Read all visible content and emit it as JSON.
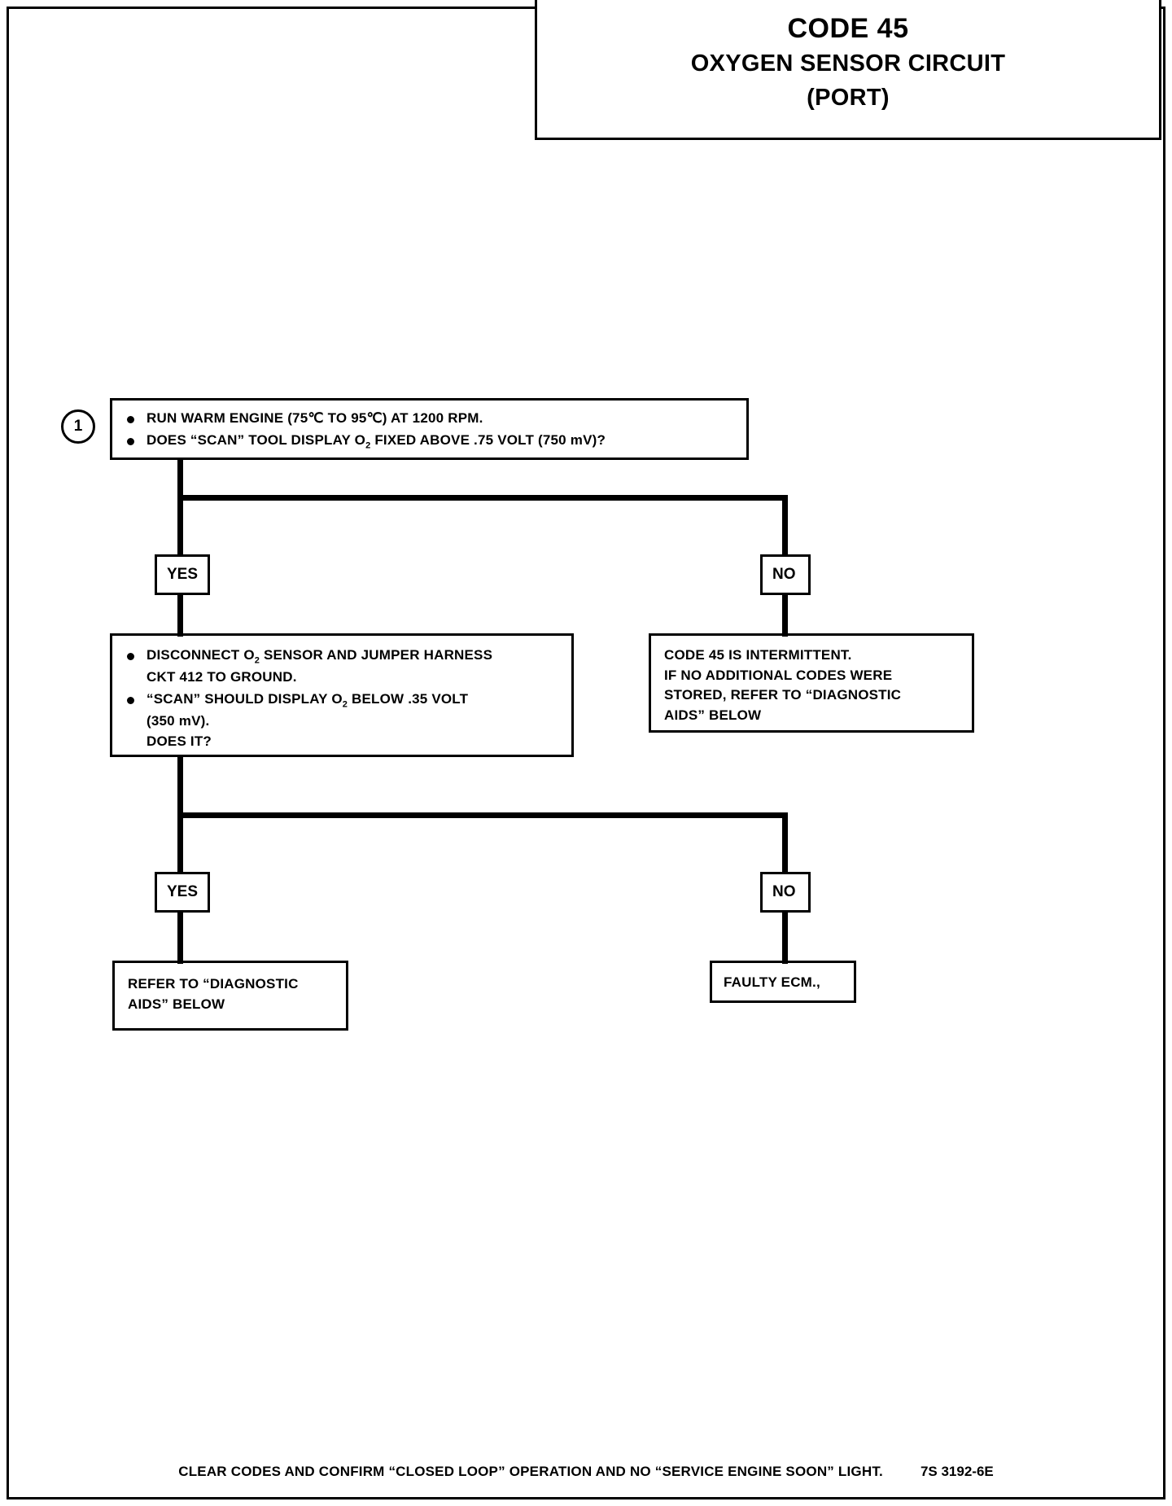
{
  "header": {
    "code_title": "CODE 45",
    "subtitle": "OXYGEN SENSOR CIRCUIT",
    "variant": "(PORT)"
  },
  "flow": {
    "step1": {
      "number": "1",
      "bullets": [
        "RUN WARM ENGINE  (75℃ TO 95℃) AT 1200 RPM.",
        "DOES “SCAN” TOOL DISPLAY O₂ FIXED ABOVE .75 VOLT (750 mV)?"
      ],
      "bullet1_plain": "RUN WARM ENGINE  (75℃ TO 95℃) AT 1200 RPM.",
      "bullet2_pre": "DOES “SCAN” TOOL DISPLAY O",
      "bullet2_sub": "2",
      "bullet2_post": " FIXED ABOVE .75 VOLT (750 mV)?"
    },
    "branch1": {
      "yes_label": "YES",
      "no_label": "NO"
    },
    "step2": {
      "bullet1_pre": "DISCONNECT O",
      "bullet1_sub": "2",
      "bullet1_post": " SENSOR AND JUMPER HARNESS",
      "bullet1_line2": "CKT 412 TO GROUND.",
      "bullet2_pre": "“SCAN” SHOULD DISPLAY O",
      "bullet2_sub": "2",
      "bullet2_post": " BELOW .35 VOLT",
      "bullet2_line2": "(350 mV).",
      "bullet2_line3": "DOES IT?"
    },
    "intermittent_box": {
      "line1": "CODE 45 IS INTERMITTENT.",
      "line2": "IF NO ADDITIONAL CODES WERE",
      "line3": "STORED, REFER TO “DIAGNOSTIC",
      "line4": "AIDS” BELOW"
    },
    "branch2": {
      "yes_label": "YES",
      "no_label": "NO"
    },
    "refer_box": {
      "line1": "REFER TO “DIAGNOSTIC",
      "line2": "AIDS”  BELOW"
    },
    "faulty_box": {
      "line1": "FAULTY ECM.,"
    }
  },
  "footer": {
    "note": "CLEAR CODES AND CONFIRM “CLOSED LOOP”  OPERATION AND NO “SERVICE ENGINE SOON” LIGHT.",
    "doc_code": "7S 3192-6E"
  }
}
